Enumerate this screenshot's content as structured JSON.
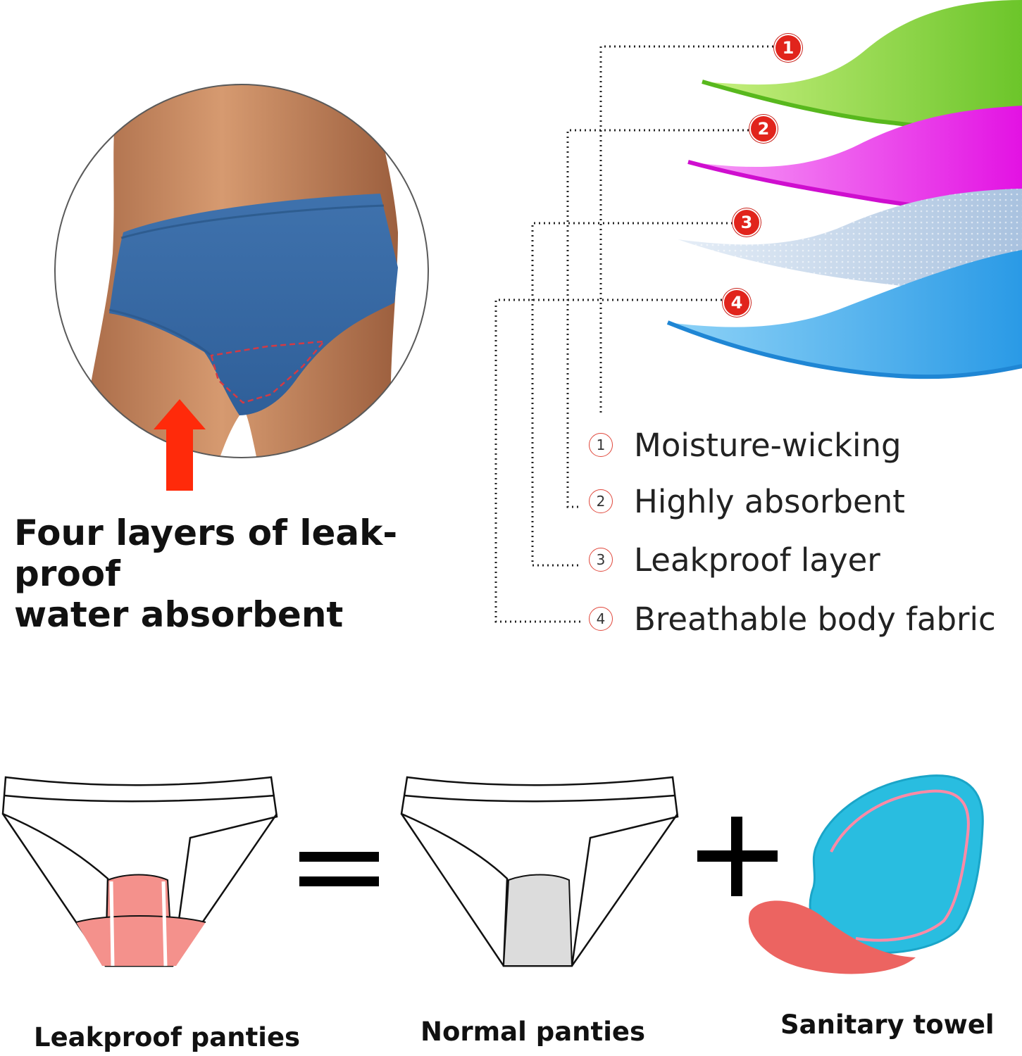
{
  "headline": {
    "line1": "Four layers of leak-proof",
    "line2": "water absorbent"
  },
  "layers": [
    {
      "number": "1",
      "label": "Moisture-wicking",
      "color": "#7ed321"
    },
    {
      "number": "2",
      "label": "Highly absorbent",
      "color": "#e81ee8"
    },
    {
      "number": "3",
      "label": "Leakproof layer",
      "color": "#b9cde6"
    },
    {
      "number": "4",
      "label": "Breathable body fabric",
      "color": "#3aaaf0"
    }
  ],
  "comparison": {
    "equals": "=",
    "plus": "+",
    "items": [
      {
        "caption": "Leakproof panties",
        "gusset_color": "#f4918c"
      },
      {
        "caption": "Normal panties",
        "gusset_color": "#dcdcdc"
      },
      {
        "caption": "Sanitary towel",
        "pad_color": "#29bde0",
        "wing_color": "#ec6461"
      }
    ]
  },
  "colors": {
    "accent": "#e1241c",
    "garment": "#3f72ad",
    "skin": "#c98a62"
  }
}
